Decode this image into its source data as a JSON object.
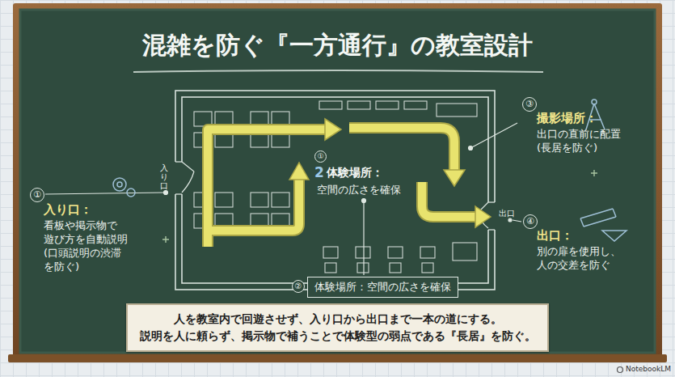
{
  "diagram": {
    "title": "混雑を防ぐ『一方通行』の教室設計",
    "caption": "人を教室内で回遊させず、入り口から出口まで一本の道にする。 説明を人に頼らず、掲示物で補うことで体験型の弱点である『長居』を防ぐ。",
    "nodes": [
      {
        "text": [
          "体験場所：空間の広さを確保"
        ]
      }
    ],
    "labels": [
      "①",
      "入り口：",
      "看板や掲示物で 遊び方を自動説明 (口頭説明の渋滞 を防ぐ)",
      "入り口",
      "①",
      "2",
      "体験場所：",
      "空間の広さを確保",
      "②",
      "③",
      "撮影場所：",
      "出口の直前に配置 (長居を防ぐ)",
      "出口",
      "④",
      "出口：",
      "別の扉を使用し、 人の交差を防ぐ",
      "NotebookLM"
    ]
  }
}
